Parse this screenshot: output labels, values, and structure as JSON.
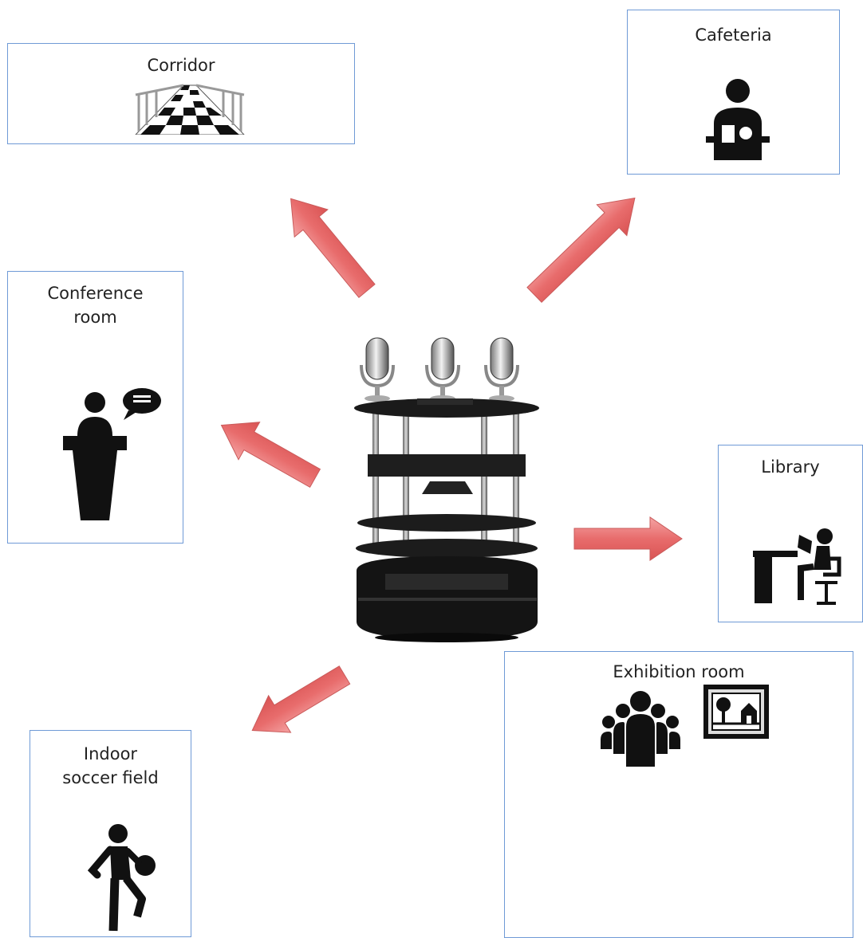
{
  "rooms": {
    "corridor": "Corridor",
    "cafeteria": "Cafeteria",
    "conference": [
      "Conference",
      "room"
    ],
    "library": "Library",
    "soccer": [
      "Indoor",
      "soccer field"
    ],
    "exhibition": "Exhibition room"
  },
  "icons": {
    "corridor": "corridor-icon",
    "cafeteria": "diner-icon",
    "conference": "speaker-at-podium-icon",
    "library": "reader-at-desk-icon",
    "soccer": "soccer-player-icon",
    "exhibition_people": "group-of-people-icon",
    "exhibition_picture": "framed-picture-icon"
  },
  "center": "mobile-robot-with-three-microphones",
  "colors": {
    "box_border": "#6f9ad6",
    "arrow_fill": "#e86c6c",
    "arrow_stroke": "#c95a5a"
  }
}
